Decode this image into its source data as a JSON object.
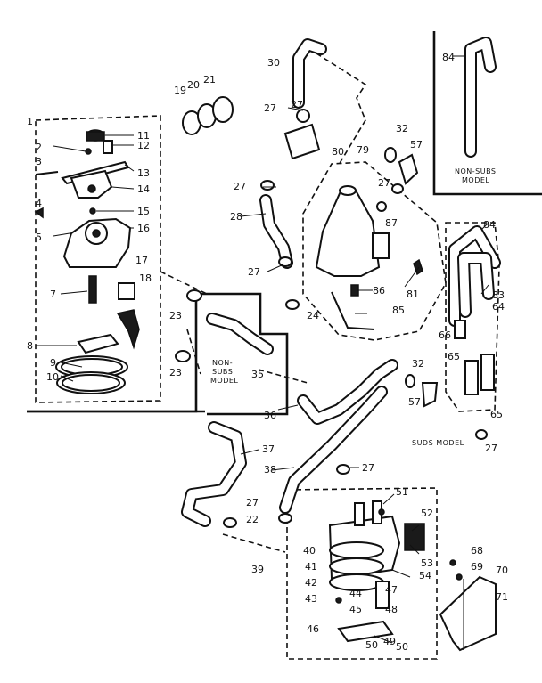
{
  "callouts": [
    "1",
    "2",
    "3",
    "4",
    "5",
    "7",
    "8",
    "9",
    "10",
    "11",
    "12",
    "13",
    "14",
    "15",
    "16",
    "17",
    "18",
    "19",
    "20",
    "21",
    "22",
    "23",
    "23",
    "24",
    "27",
    "27",
    "27",
    "27",
    "27",
    "27",
    "27",
    "27",
    "28",
    "30",
    "32",
    "32",
    "35",
    "36",
    "37",
    "38",
    "39",
    "40",
    "41",
    "42",
    "43",
    "44",
    "45",
    "46",
    "47",
    "48",
    "49",
    "50",
    "50",
    "51",
    "52",
    "53",
    "54",
    "57",
    "57",
    "64",
    "65",
    "65",
    "66",
    "68",
    "69",
    "70",
    "71",
    "79",
    "80",
    "81",
    "83",
    "84",
    "84",
    "85",
    "86",
    "87"
  ],
  "notes": {
    "non_subs_top": [
      "NON-SUBS",
      "MODEL"
    ],
    "non_subs_mid": [
      "NON-",
      "SUBS",
      "MODEL"
    ],
    "subs_model": "SUDS MODEL"
  }
}
